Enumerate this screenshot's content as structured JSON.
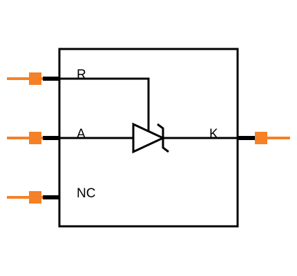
{
  "symbol": {
    "pins": [
      {
        "id": "r",
        "label": "R"
      },
      {
        "id": "a",
        "label": "A"
      },
      {
        "id": "nc",
        "label": "NC"
      },
      {
        "id": "k",
        "label": "K"
      }
    ],
    "component_icon": "thyristor-scr-icon",
    "colors": {
      "outline": "#000000",
      "pin_marker": "#F58025",
      "background": "#FFFFFF"
    }
  }
}
